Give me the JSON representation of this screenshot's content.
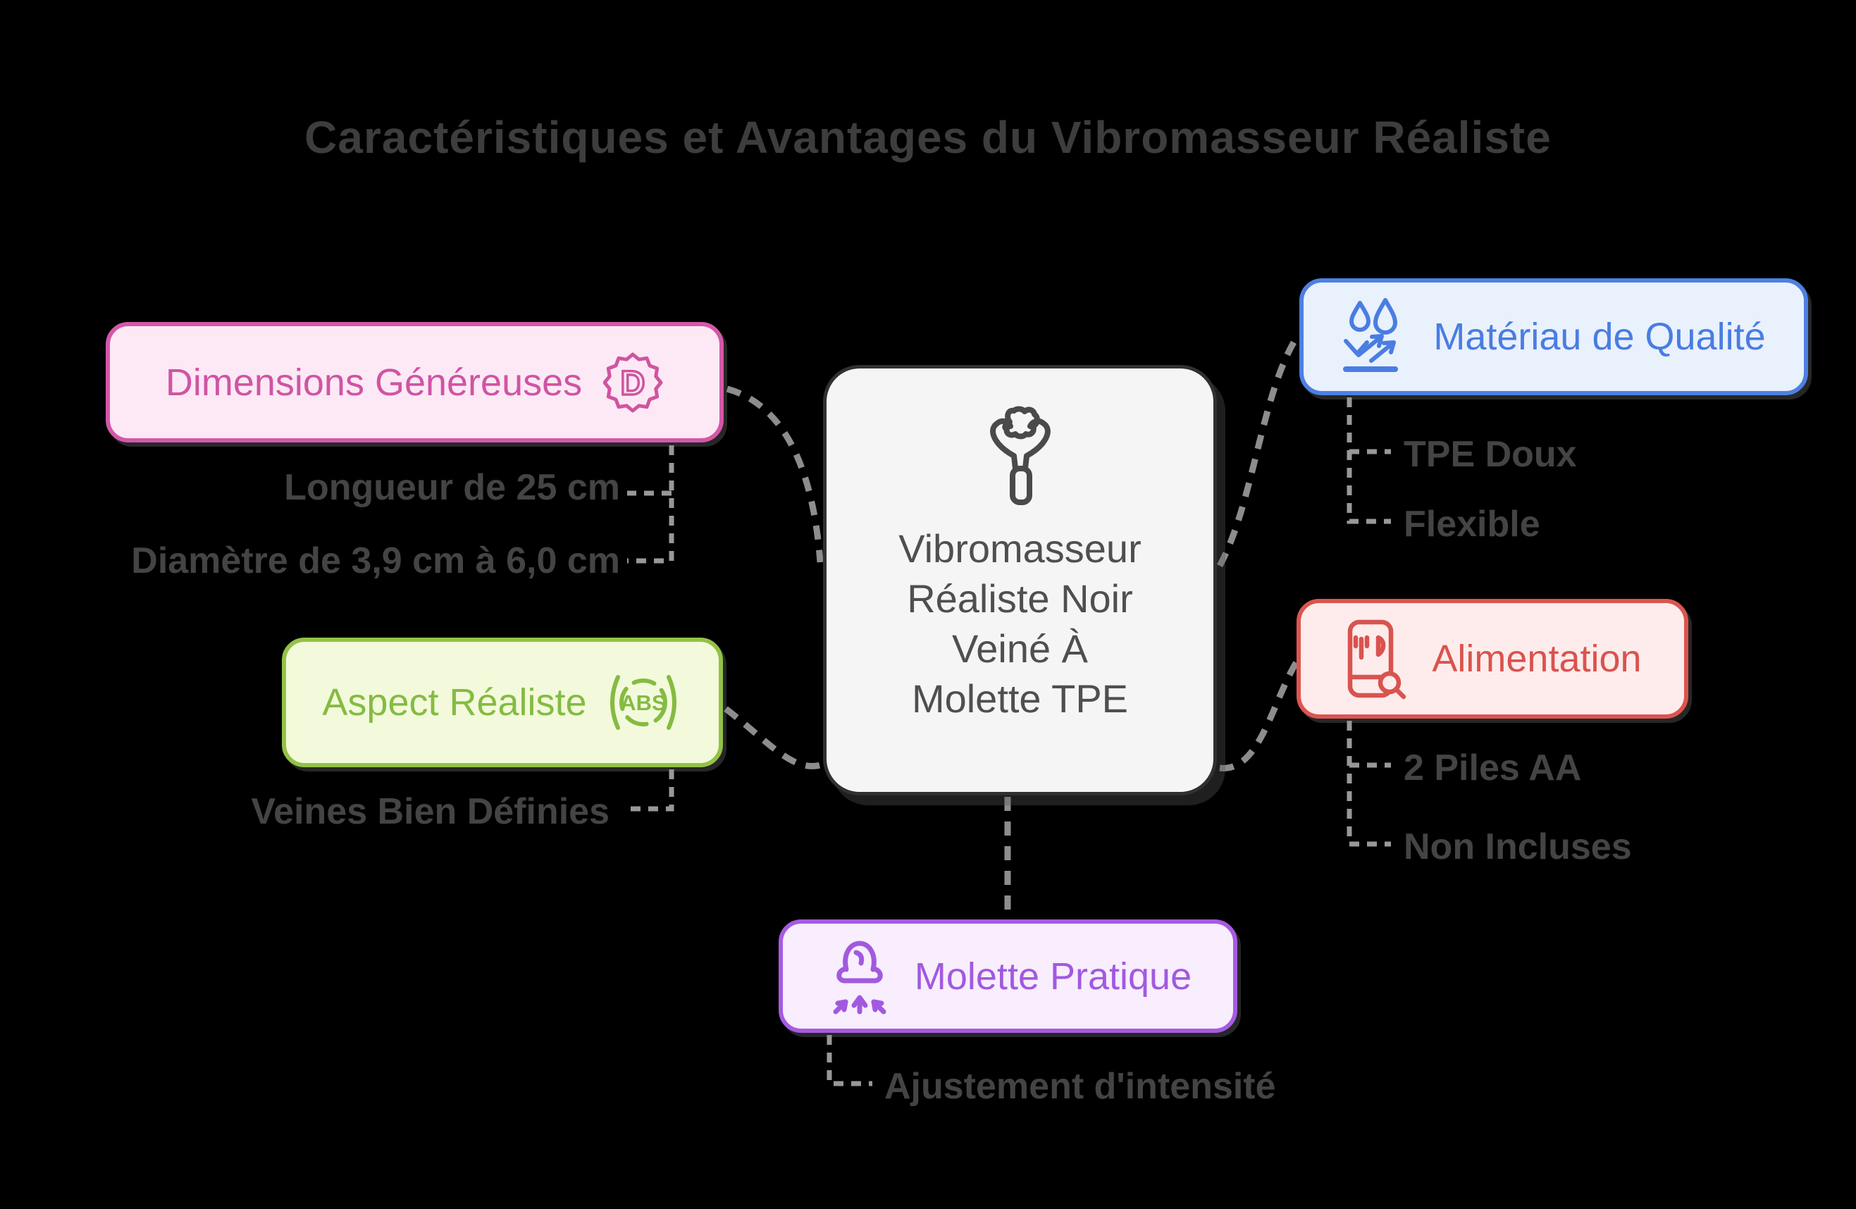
{
  "title": "Caractéristiques et Avantages du Vibromasseur Réaliste",
  "center": {
    "icon": "massager-icon",
    "lines": [
      "Vibromasseur",
      "Réaliste Noir",
      "Veiné À",
      "Molette TPE"
    ]
  },
  "branches": {
    "dimensions": {
      "label": "Dimensions Généreuses",
      "icon": "badge-d-icon",
      "accent": "#d054a4",
      "background": "#fce9f5",
      "children": [
        "Longueur de 25 cm",
        "Diamètre de 3,9 cm à 6,0 cm"
      ]
    },
    "aspect": {
      "label": "Aspect Réaliste",
      "icon": "abs-icon",
      "accent": "#85bb43",
      "background": "#f3fadb",
      "children": [
        "Veines Bien Définies"
      ]
    },
    "materiau": {
      "label": "Matériau de Qualité",
      "icon": "water-repellent-icon",
      "accent": "#4a7de2",
      "background": "#e9f1fd",
      "children": [
        "TPE Doux",
        "Flexible"
      ]
    },
    "alimentation": {
      "label": "Alimentation",
      "icon": "food-app-phone-icon",
      "accent": "#d9534f",
      "background": "#fdeceb",
      "children": [
        "2 Piles AA",
        "Non Incluses"
      ]
    },
    "molette": {
      "label": "Molette Pratique",
      "icon": "condom-arrows-icon",
      "accent": "#a259df",
      "background": "#f8eefd",
      "children": [
        "Ajustement d'intensité"
      ]
    }
  },
  "connector_color": "#8d8d8d",
  "background_color": "#000000",
  "center_node_color": "#f5f5f5"
}
